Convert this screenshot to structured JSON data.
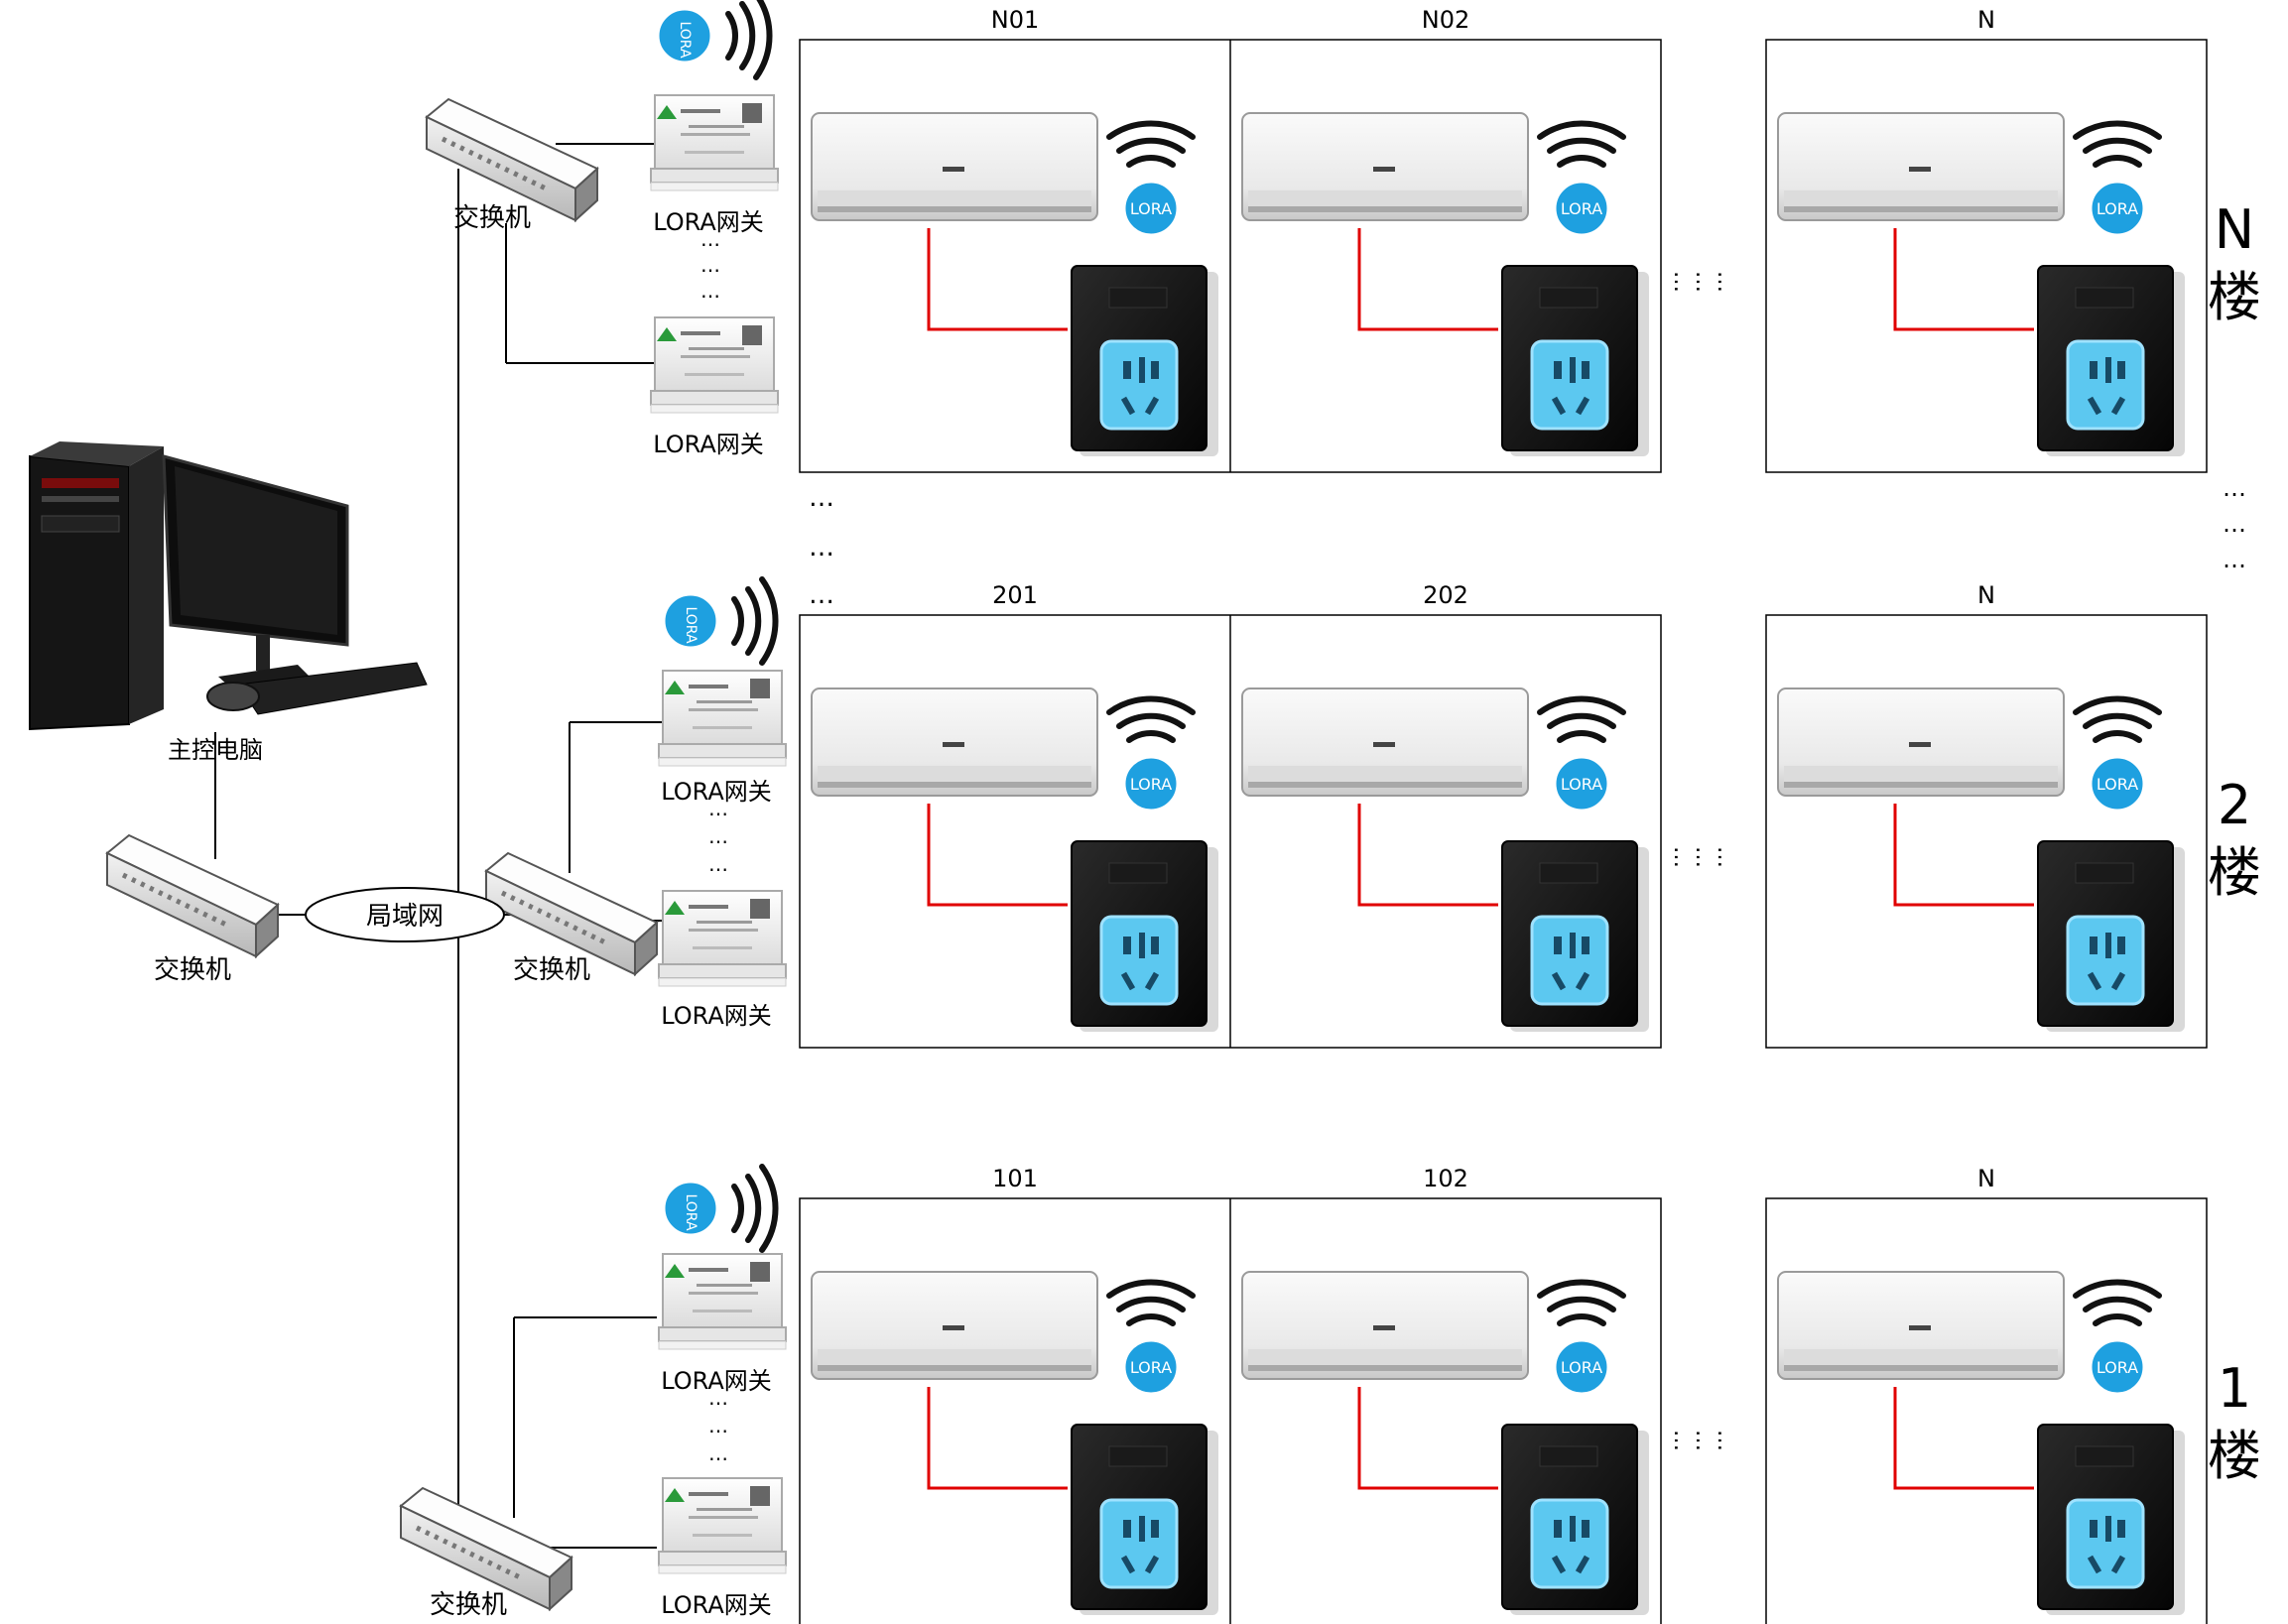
{
  "diagram": {
    "computer_label": "主控电脑",
    "lan_label": "局域网",
    "switch_label": "交换机",
    "gateway_label": "LORA网关",
    "lora_text": "LORA",
    "ellipsis": "…",
    "floors": [
      {
        "name_line1": "N",
        "name_line2": "楼",
        "rooms": [
          "N01",
          "N02",
          "N"
        ]
      },
      {
        "name_line1": "2",
        "name_line2": "楼",
        "rooms": [
          "201",
          "202",
          "N"
        ]
      },
      {
        "name_line1": "1",
        "name_line2": "楼",
        "rooms": [
          "101",
          "102",
          "N"
        ]
      }
    ]
  },
  "colors": {
    "line": "#000000",
    "wire": "#e00000",
    "lora_badge": "#1ea0e0",
    "socket_panel": "#121212",
    "socket_glow": "#5cc8f0"
  }
}
